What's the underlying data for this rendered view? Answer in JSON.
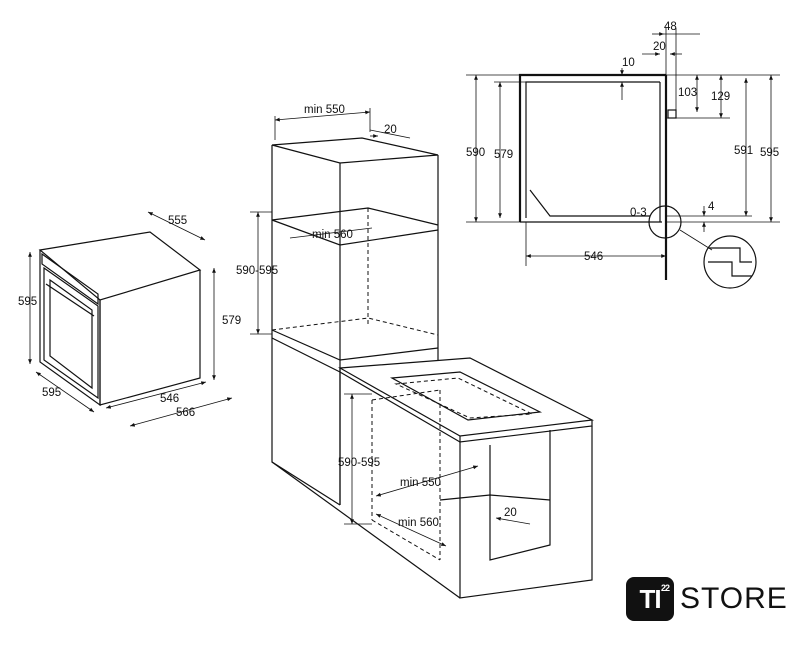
{
  "oven": {
    "d_555": "555",
    "d_595_h": "595",
    "d_579": "579",
    "d_595_w": "595",
    "d_546": "546",
    "d_566": "566"
  },
  "upper_cabinet": {
    "d_min550": "min 550",
    "d_20": "20",
    "d_min560": "min 560",
    "d_590_595": "590-595"
  },
  "lower_cabinet": {
    "d_590_595": "590-595",
    "d_min550": "min 550",
    "d_min560": "min 560",
    "d_20": "20"
  },
  "section": {
    "d_48": "48",
    "d_20": "20",
    "d_10": "10",
    "d_103": "103",
    "d_129": "129",
    "d_590": "590",
    "d_579": "579",
    "d_591": "591",
    "d_595": "595",
    "d_0_3": "0-3",
    "d_4": "4",
    "d_546": "546"
  },
  "logo": {
    "mark": "TI",
    "superscript": "22",
    "word": "STORE"
  }
}
